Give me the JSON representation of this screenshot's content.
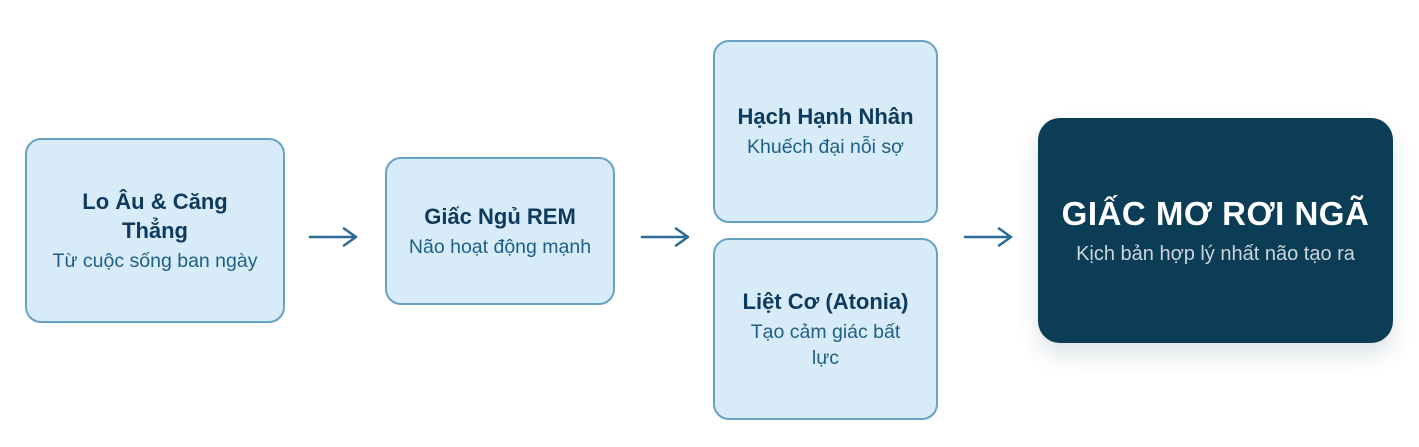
{
  "diagram": {
    "type": "flowchart",
    "direction": "left-to-right",
    "topic": "Giấc mơ rơi ngã",
    "nodes": [
      {
        "id": "lo-au-cang-thang",
        "title": "Lo Âu & Căng Thẳng",
        "subtitle": "Từ cuộc sống ban ngày",
        "style": "light"
      },
      {
        "id": "giac-ngu-rem",
        "title": "Giấc Ngủ REM",
        "subtitle": "Não hoạt động mạnh",
        "style": "light"
      },
      {
        "id": "hach-hanh-nhan",
        "title": "Hạch Hạnh Nhân",
        "subtitle": "Khuếch đại nỗi sợ",
        "style": "light"
      },
      {
        "id": "liet-co-atonia",
        "title": "Liệt Cơ (Atonia)",
        "subtitle": "Tạo cảm giác bất lực",
        "style": "light"
      },
      {
        "id": "giac-mo-roi-nga",
        "title": "GIẤC MƠ RƠI NGÃ",
        "subtitle": "Kịch bản hợp lý nhất não tạo ra",
        "style": "dark"
      }
    ],
    "edges": [
      {
        "from": "lo-au-cang-thang",
        "to": "giac-ngu-rem"
      },
      {
        "from": "giac-ngu-rem",
        "to": "hach-hanh-nhan / liet-co-atonia"
      },
      {
        "from": "hach-hanh-nhan / liet-co-atonia",
        "to": "giac-mo-roi-nga"
      }
    ],
    "colors": {
      "background": "#ffffff",
      "light_node_fill": "#d7ecf8",
      "light_node_border": "#68a2c2",
      "dark_node_fill": "#0b3d56",
      "title_text": "#0e3a5e",
      "subtitle_text": "#1d5f86",
      "dark_title_text": "#ffffff",
      "dark_subtitle_text": "#ccd5db",
      "arrow": "#2d6c94"
    }
  }
}
